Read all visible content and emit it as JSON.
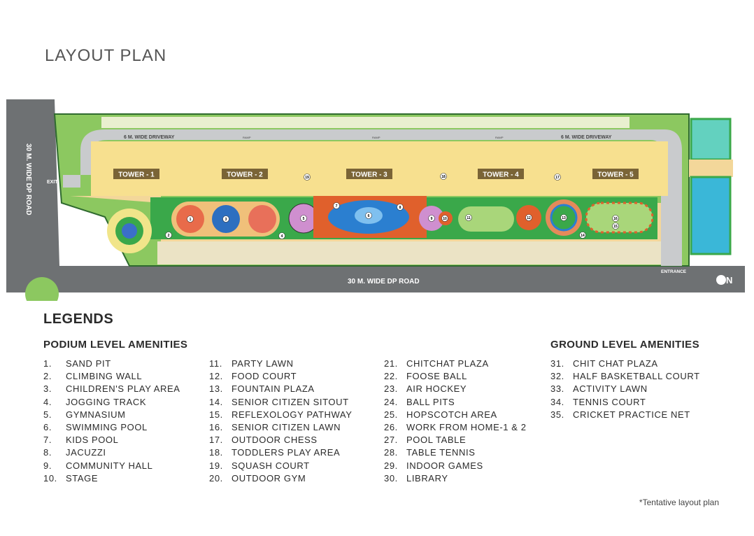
{
  "title": "LAYOUT PLAN",
  "map": {
    "road_vertical": "30 M. WIDE DP ROAD",
    "road_horizontal": "30 M. WIDE DP ROAD",
    "driveway_left": "6 M. WIDE DRIVEWAY",
    "driveway_right": "6 M. WIDE DRIVEWAY",
    "ramp": "RAMP",
    "exit": "EXIT",
    "entrance": "ENTRANCE",
    "north": "N",
    "towers": [
      "TOWER - 1",
      "TOWER - 2",
      "TOWER - 3",
      "TOWER - 4",
      "TOWER - 5"
    ],
    "markers": [
      "1",
      "2",
      "3",
      "4",
      "5",
      "6",
      "7",
      "8",
      "9",
      "10",
      "11",
      "12",
      "13",
      "14",
      "15",
      "16",
      "17",
      "18",
      "19"
    ],
    "colors": {
      "road": "#6e7173",
      "lawn": "#3aa84a",
      "light_lawn": "#8cc860",
      "tower": "#f7e08f",
      "driveway": "#c9cbcd",
      "tower_label": "#7a6436",
      "pool": "#2b7fd0",
      "court": "#3ab7d8"
    }
  },
  "legends": {
    "title": "LEGENDS",
    "podium_title": "PODIUM LEVEL AMENITIES",
    "ground_title": "GROUND LEVEL AMENITIES",
    "columns": [
      [
        {
          "n": "1.",
          "t": "SAND PIT"
        },
        {
          "n": "2.",
          "t": "CLIMBING WALL"
        },
        {
          "n": "3.",
          "t": "CHILDREN'S PLAY AREA"
        },
        {
          "n": "4.",
          "t": "JOGGING TRACK"
        },
        {
          "n": "5.",
          "t": "GYMNASIUM"
        },
        {
          "n": "6.",
          "t": "SWIMMING POOL"
        },
        {
          "n": "7.",
          "t": "KIDS POOL"
        },
        {
          "n": "8.",
          "t": "JACUZZI"
        },
        {
          "n": "9.",
          "t": "COMMUNITY HALL"
        },
        {
          "n": "10.",
          "t": "STAGE"
        }
      ],
      [
        {
          "n": "11.",
          "t": "PARTY LAWN"
        },
        {
          "n": "12.",
          "t": "FOOD COURT"
        },
        {
          "n": "13.",
          "t": "FOUNTAIN PLAZA"
        },
        {
          "n": "14.",
          "t": "SENIOR CITIZEN SITOUT"
        },
        {
          "n": "15.",
          "t": "REFLEXOLOGY PATHWAY"
        },
        {
          "n": "16.",
          "t": "SENIOR CITIZEN LAWN"
        },
        {
          "n": "17.",
          "t": "OUTDOOR CHESS"
        },
        {
          "n": "18.",
          "t": "TODDLERS PLAY AREA"
        },
        {
          "n": "19.",
          "t": "SQUASH COURT"
        },
        {
          "n": "20.",
          "t": "OUTDOOR GYM"
        }
      ],
      [
        {
          "n": "21.",
          "t": "CHITCHAT PLAZA"
        },
        {
          "n": "22.",
          "t": "FOOSE BALL"
        },
        {
          "n": "23.",
          "t": "AIR HOCKEY"
        },
        {
          "n": "24.",
          "t": "BALL PITS"
        },
        {
          "n": "25.",
          "t": "HOPSCOTCH AREA"
        },
        {
          "n": "26.",
          "t": "WORK FROM HOME-1 & 2"
        },
        {
          "n": "27.",
          "t": "POOL TABLE"
        },
        {
          "n": "28.",
          "t": "TABLE TENNIS"
        },
        {
          "n": "29.",
          "t": "INDOOR GAMES"
        },
        {
          "n": "30.",
          "t": "LIBRARY"
        }
      ],
      [
        {
          "n": "31.",
          "t": "CHIT CHAT PLAZA"
        },
        {
          "n": "32.",
          "t": "HALF BASKETBALL COURT"
        },
        {
          "n": "33.",
          "t": "ACTIVITY LAWN"
        },
        {
          "n": "34.",
          "t": "TENNIS COURT"
        },
        {
          "n": "35.",
          "t": "CRICKET PRACTICE NET"
        }
      ]
    ]
  },
  "footnote": "*Tentative layout plan"
}
